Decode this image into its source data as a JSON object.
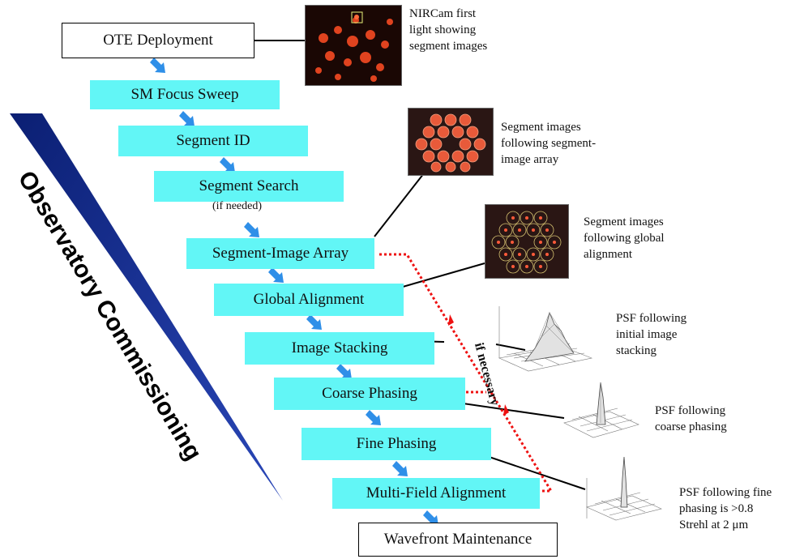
{
  "commissioning_label": "Observatory Commissioning",
  "loop_label": "if necessary",
  "steps": {
    "ote_deployment": "OTE Deployment",
    "sm_focus_sweep": "SM Focus Sweep",
    "segment_id": "Segment ID",
    "segment_search": "Segment Search",
    "segment_search_note": "(if needed)",
    "segment_image_array": "Segment-Image Array",
    "global_alignment": "Global Alignment",
    "image_stacking": "Image Stacking",
    "coarse_phasing": "Coarse Phasing",
    "fine_phasing": "Fine Phasing",
    "multi_field_alignment": "Multi-Field Alignment",
    "wavefront_maintenance": "Wavefront Maintenance"
  },
  "captions": {
    "first_light": [
      "NIRCam first",
      "light showing",
      "segment images"
    ],
    "segment_array": [
      "Segment images",
      "following segment-",
      "image array"
    ],
    "global_alignment": [
      "Segment images",
      "following global",
      "alignment"
    ],
    "stacking_psf": [
      "PSF following",
      "initial image",
      "stacking"
    ],
    "coarse_psf": [
      "PSF following",
      "coarse phasing"
    ],
    "fine_psf": [
      "PSF following fine",
      "phasing is >0.8",
      "Strehl at 2 μm"
    ]
  },
  "icons": {
    "flow_arrow": "blue-down-arrow-icon",
    "loop_arrow": "red-up-arrow-icon"
  },
  "colors": {
    "step_fill": "#62f6f6",
    "wedge": "#1a2f8c",
    "flow_arrow": "#2f8fe8",
    "loop_line": "#ee1111"
  }
}
